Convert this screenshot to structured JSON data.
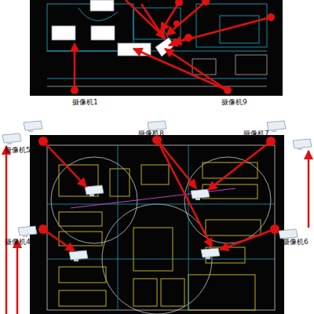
{
  "diagram": {
    "labels": [
      "摄像机1",
      "摄像机9",
      "摄像机5",
      "摄像机8",
      "摄像机7",
      "摄像机4",
      "摄像机6"
    ]
  }
}
